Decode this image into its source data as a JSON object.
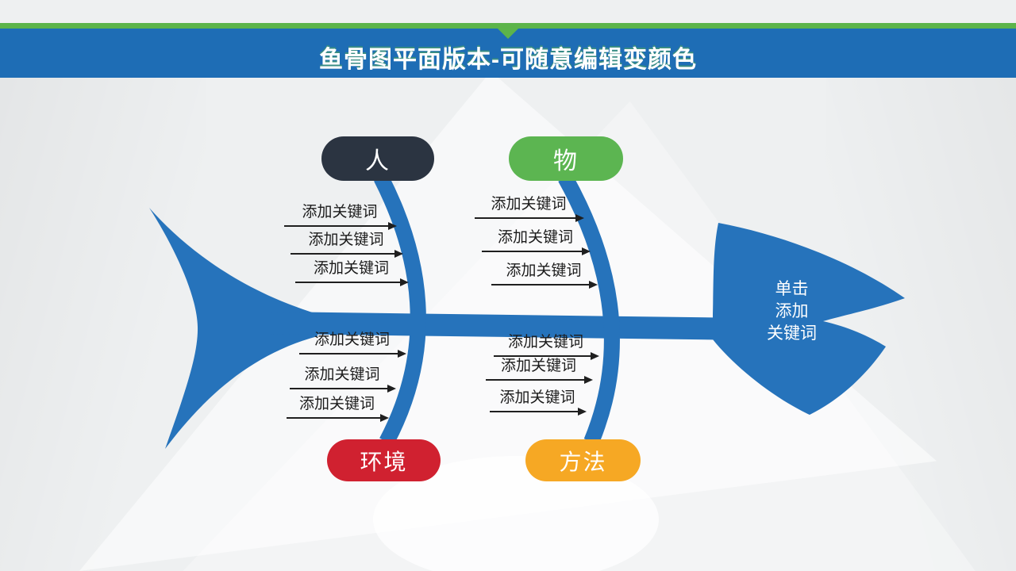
{
  "slide": {
    "title": "鱼骨图平面版本-可随意编辑变颜色",
    "colors": {
      "header_blue": "#1e6db5",
      "accent_green": "#5cb44a",
      "fish_blue": "#2673bb",
      "background": "#eef0f1",
      "keyword_text": "#1b1b1b"
    }
  },
  "categories": [
    {
      "label": "人",
      "color": "#2b3441"
    },
    {
      "label": "物",
      "color": "#5cb551"
    },
    {
      "label": "环境",
      "color": "#d02130"
    },
    {
      "label": "方法",
      "color": "#f6a824"
    }
  ],
  "bones": {
    "top_left": [
      "添加关键词",
      "添加关键词",
      "添加关键词"
    ],
    "top_mid": [
      "添加关键词",
      "添加关键词",
      "添加关键词"
    ],
    "bottom_left": [
      "添加关键词",
      "添加关键词",
      "添加关键词"
    ],
    "bottom_mid": [
      "添加关键词",
      "添加关键词",
      "添加关键词"
    ]
  },
  "head": {
    "lines": [
      "单击",
      "添加",
      "关键词"
    ]
  }
}
